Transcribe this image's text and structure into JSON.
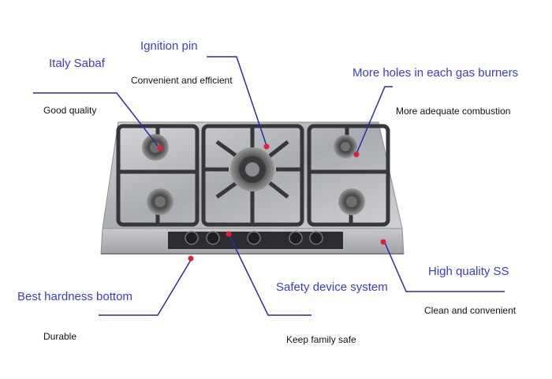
{
  "colors": {
    "title": "#3a3ad6",
    "leader_line": "#2a2aa8",
    "marker": "#e0203a",
    "steel": "#b9bcc0",
    "grate": "#3a3c3f",
    "panel": "#2b2b2b"
  },
  "callouts": {
    "ignition_pin": {
      "title": "Ignition pin",
      "desc": "Convenient and efficient"
    },
    "italy_sabaf": {
      "title": "Italy Sabaf",
      "desc": "Good quality"
    },
    "more_holes": {
      "title": "More holes in each gas burners",
      "desc": "More adequate combustion"
    },
    "high_quality_ss": {
      "title": "High quality SS",
      "desc": "Clean and convenient"
    },
    "safety_device": {
      "title": "Safety device system",
      "desc": "Keep family safe"
    },
    "best_hardness": {
      "title": "Best hardness bottom",
      "desc": "Durable"
    }
  }
}
